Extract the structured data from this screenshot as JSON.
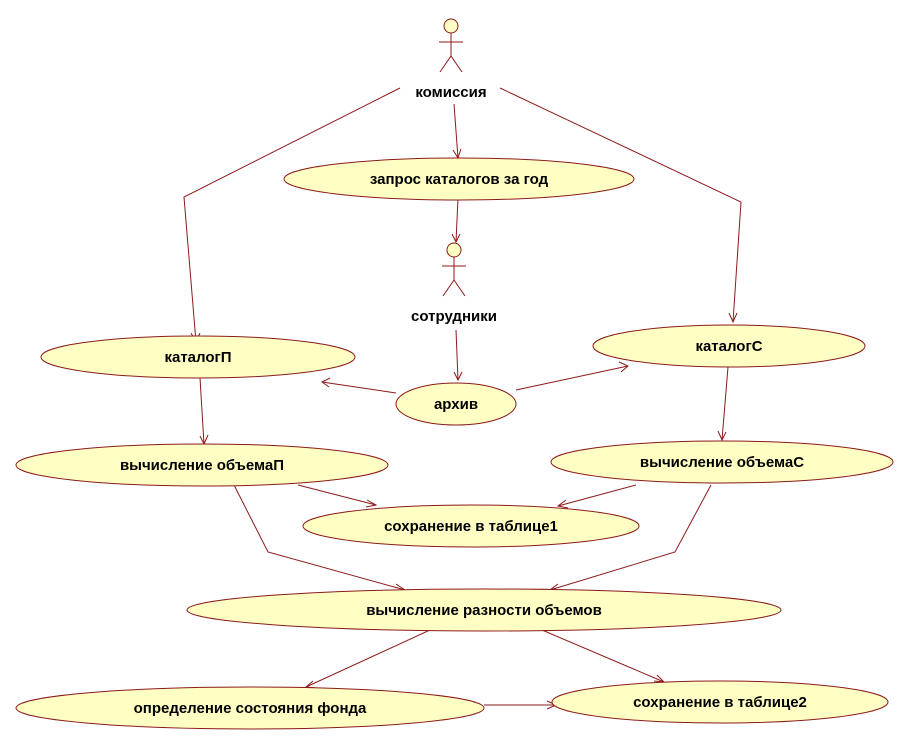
{
  "actors": {
    "komissiya": "комиссия",
    "sotrudniki": "сотрудники"
  },
  "usecases": {
    "zapros": "запрос каталогов за год",
    "katalogP": "каталогП",
    "katalogC": "каталогС",
    "arhiv": "архив",
    "vychP": "вычисление объемаП",
    "vychC": "вычисление объемаС",
    "tab1": "сохранение в таблице1",
    "raznost": "вычисление разности объемов",
    "sostoyanie": "определение состояния фонда",
    "tab2": "сохранение в таблице2"
  },
  "colors": {
    "usecase_fill": "#ffffc4",
    "line": "#8b1a1a"
  }
}
